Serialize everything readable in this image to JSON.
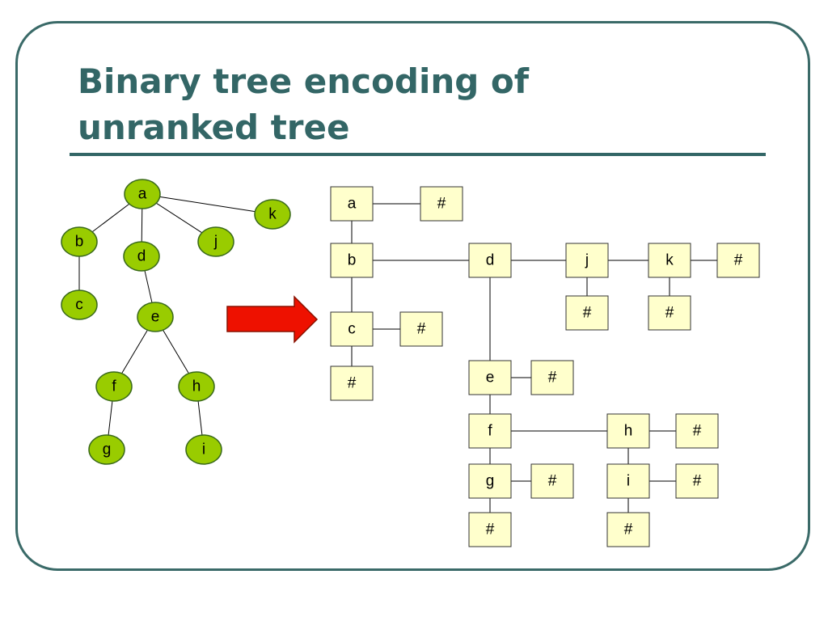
{
  "title": {
    "line1": "Binary tree encoding of",
    "line2": "unranked tree"
  },
  "colors": {
    "frame": "#3a6a68",
    "title": "#336666",
    "tree_node_fill": "#99cc00",
    "tree_node_stroke": "#3a6a1a",
    "encoding_box_fill": "#ffffcc",
    "encoding_box_stroke": "#333333",
    "arrow_fill": "#ee1100",
    "arrow_stroke": "#881100"
  },
  "icons": {
    "transform_arrow": "right-arrow-icon"
  },
  "unranked_tree": {
    "nodes": [
      {
        "id": "a",
        "label": "a"
      },
      {
        "id": "b",
        "label": "b"
      },
      {
        "id": "d",
        "label": "d"
      },
      {
        "id": "j",
        "label": "j"
      },
      {
        "id": "k",
        "label": "k"
      },
      {
        "id": "c",
        "label": "c"
      },
      {
        "id": "e",
        "label": "e"
      },
      {
        "id": "f",
        "label": "f"
      },
      {
        "id": "h",
        "label": "h"
      },
      {
        "id": "g",
        "label": "g"
      },
      {
        "id": "i",
        "label": "i"
      }
    ],
    "edges": [
      [
        "a",
        "b"
      ],
      [
        "a",
        "d"
      ],
      [
        "a",
        "j"
      ],
      [
        "a",
        "k"
      ],
      [
        "b",
        "c"
      ],
      [
        "d",
        "e"
      ],
      [
        "e",
        "f"
      ],
      [
        "e",
        "h"
      ],
      [
        "f",
        "g"
      ],
      [
        "h",
        "i"
      ]
    ]
  },
  "binary_encoding": {
    "nodes": [
      {
        "id": "a",
        "label": "a"
      },
      {
        "id": "a_s",
        "label": "#"
      },
      {
        "id": "b",
        "label": "b"
      },
      {
        "id": "d",
        "label": "d"
      },
      {
        "id": "j",
        "label": "j"
      },
      {
        "id": "k",
        "label": "k"
      },
      {
        "id": "k_s",
        "label": "#"
      },
      {
        "id": "j_c",
        "label": "#"
      },
      {
        "id": "k_c",
        "label": "#"
      },
      {
        "id": "c",
        "label": "c"
      },
      {
        "id": "c_s",
        "label": "#"
      },
      {
        "id": "c_c",
        "label": "#"
      },
      {
        "id": "e",
        "label": "e"
      },
      {
        "id": "e_s",
        "label": "#"
      },
      {
        "id": "f",
        "label": "f"
      },
      {
        "id": "h",
        "label": "h"
      },
      {
        "id": "h_s",
        "label": "#"
      },
      {
        "id": "g",
        "label": "g"
      },
      {
        "id": "g_s",
        "label": "#"
      },
      {
        "id": "i",
        "label": "i"
      },
      {
        "id": "i_s",
        "label": "#"
      },
      {
        "id": "g_c",
        "label": "#"
      },
      {
        "id": "i_c",
        "label": "#"
      }
    ],
    "edges": [
      [
        "a",
        "a_s"
      ],
      [
        "a",
        "b"
      ],
      [
        "b",
        "d"
      ],
      [
        "b",
        "c"
      ],
      [
        "d",
        "j"
      ],
      [
        "j",
        "k"
      ],
      [
        "k",
        "k_s"
      ],
      [
        "j",
        "j_c"
      ],
      [
        "k",
        "k_c"
      ],
      [
        "c",
        "c_s"
      ],
      [
        "c",
        "c_c"
      ],
      [
        "d",
        "e"
      ],
      [
        "e",
        "e_s"
      ],
      [
        "e",
        "f"
      ],
      [
        "f",
        "h"
      ],
      [
        "h",
        "h_s"
      ],
      [
        "f",
        "g"
      ],
      [
        "g",
        "g_s"
      ],
      [
        "g",
        "g_c"
      ],
      [
        "h",
        "i"
      ],
      [
        "i",
        "i_s"
      ],
      [
        "i",
        "i_c"
      ]
    ]
  }
}
